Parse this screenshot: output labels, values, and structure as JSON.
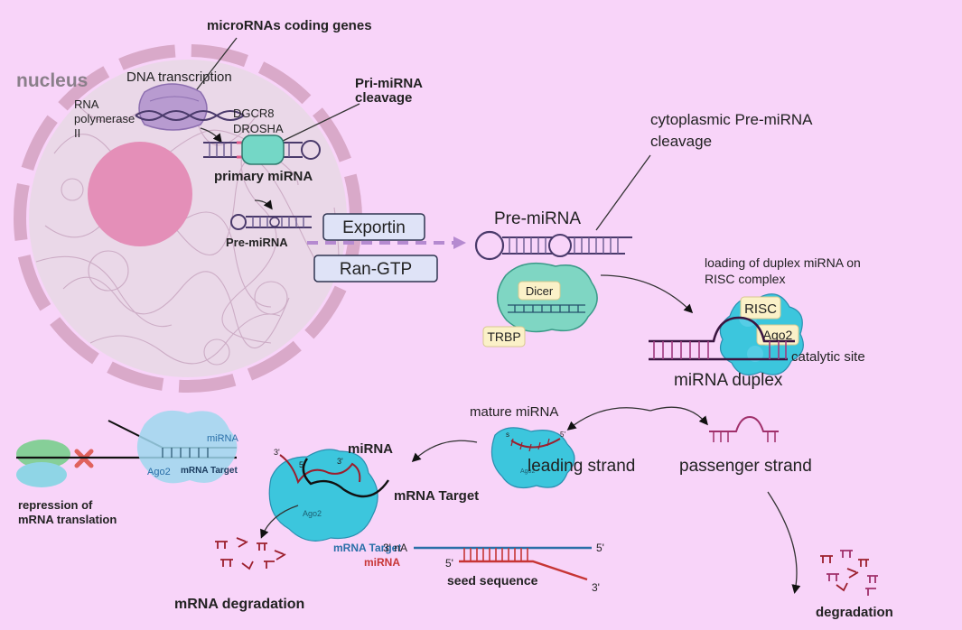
{
  "labels": {
    "microrna_coding_genes": "microRNAs coding genes",
    "nucleus": "nucleus",
    "dna_transcription": "DNA transcription",
    "rna_polymerase_1": "RNA",
    "rna_polymerase_2": "polymerase",
    "rna_polymerase_3": "II",
    "pri_mirna_cleavage_1": "Pri-miRNA",
    "pri_mirna_cleavage_2": "cleavage",
    "dgcr8": "DGCR8",
    "drosha": "DROSHA",
    "primary_mirna": "primary miRNA",
    "pre_mirna_nucleus": "Pre-miRNA",
    "exportin": "Exportin",
    "ran_gtp": "Ran-GTP",
    "cyto_cleavage_1": "cytoplasmic Pre-miRNA",
    "cyto_cleavage_2": "cleavage",
    "pre_mirna_cyto": "Pre-miRNA",
    "dicer": "Dicer",
    "trbp": "TRBP",
    "loading_1": "loading of  duplex miRNA on",
    "loading_2": "RISC complex",
    "risc": "RISC",
    "ago2_risc": "Ago2",
    "catalytic_site": "catalytic site",
    "mirna_duplex": "miRNA duplex",
    "mature_mirna": "mature miRNA",
    "strand_s": "s",
    "strand_5": "5'",
    "ago2_small": "Ago2",
    "leading_strand": "leading strand",
    "passenger_strand": "passenger strand",
    "mirna_repression": "miRNA",
    "ago2_repression": "Ago2",
    "mrna_target_repression": "mRNA Target",
    "repression_1": "repression  of",
    "repression_2": "mRNA translation",
    "prime_3": "3'",
    "prime_5": "5'",
    "prime_3b": "3'",
    "mirna_bound": "miRNA",
    "mrna_target_bound": "mRNA Target",
    "ago2_bound": "Ago2",
    "mrna_degradation": "mRNA degradation",
    "seed_mrna_target": "mRNA Target",
    "seed_3na": "3' nA",
    "seed_5_top": "5'",
    "seed_mirna": "miRNA",
    "seed_5_bottom": "5'",
    "seed_sequence": "seed sequence",
    "seed_3_bottom": "3'",
    "degradation": "degradation"
  },
  "colors": {
    "background": "#f8d4f9",
    "nucleus_fill": "#ead8e8",
    "nucleus_rim": "#d9a9c9",
    "nucleolus": "#e48fb8",
    "ago2_cyan": "#3cc6dd",
    "ago2_faded": "#9fd7ee",
    "dicer_teal": "#7fd6c3",
    "red_strand": "#9c1f2d",
    "blue_strand": "#2a6fa8",
    "passenger": "#a0306b",
    "ribosome_green": "#86cf98",
    "ribosome_blue": "#8fd5e6",
    "cross_red": "#e0625d"
  },
  "icons": [
    "rna-polymerase-icon",
    "dna-helix-icon",
    "drosha-complex-icon",
    "dicer-complex-icon",
    "risc-complex-icon",
    "ago2-protein-icon",
    "ribosome-icon",
    "cross-icon",
    "rna-fragment-icon"
  ]
}
